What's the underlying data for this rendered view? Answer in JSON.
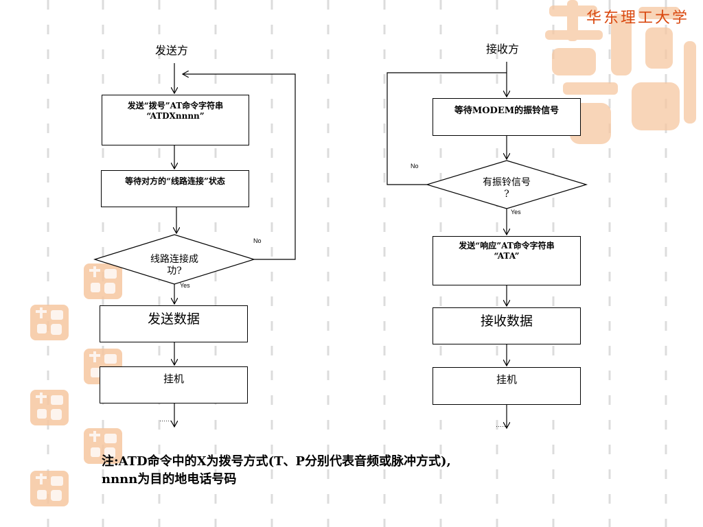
{
  "header": {
    "school_name": "华东理工大学"
  },
  "sender": {
    "title": "发送方",
    "dial_step_line1": "发送“拨号”AT命令字符串",
    "dial_step_line2": "“ATDXnnnn”",
    "wait_step": "等待对方的“线路连接”状态",
    "decision_line1": "线路连接成",
    "decision_line2": "功?",
    "no_label": "No",
    "yes_label": "Yes",
    "send_data": "发送数据",
    "hang_up": "挂机",
    "continue_mark": "……"
  },
  "receiver": {
    "title": "接收方",
    "wait_ring": "等待MODEM的振铃信号",
    "decision_line1": "有振铃信号",
    "decision_line2": "?",
    "no_label": "No",
    "yes_label": "Yes",
    "answer_line1": "发送“响应”AT命令字符串",
    "answer_line2": "“ATA”",
    "receive_data": "接收数据",
    "hang_up": "挂机",
    "continue_mark": "……"
  },
  "note": {
    "line1": "注:ATD命令中的X为拨号方式(T、P分别代表音频或脉冲方式),",
    "line2": "nnnn为目的地电话号码"
  },
  "colors": {
    "accent": "#d9480f",
    "stamp": "#f2b98f",
    "stripe": "#dcdcdc"
  }
}
